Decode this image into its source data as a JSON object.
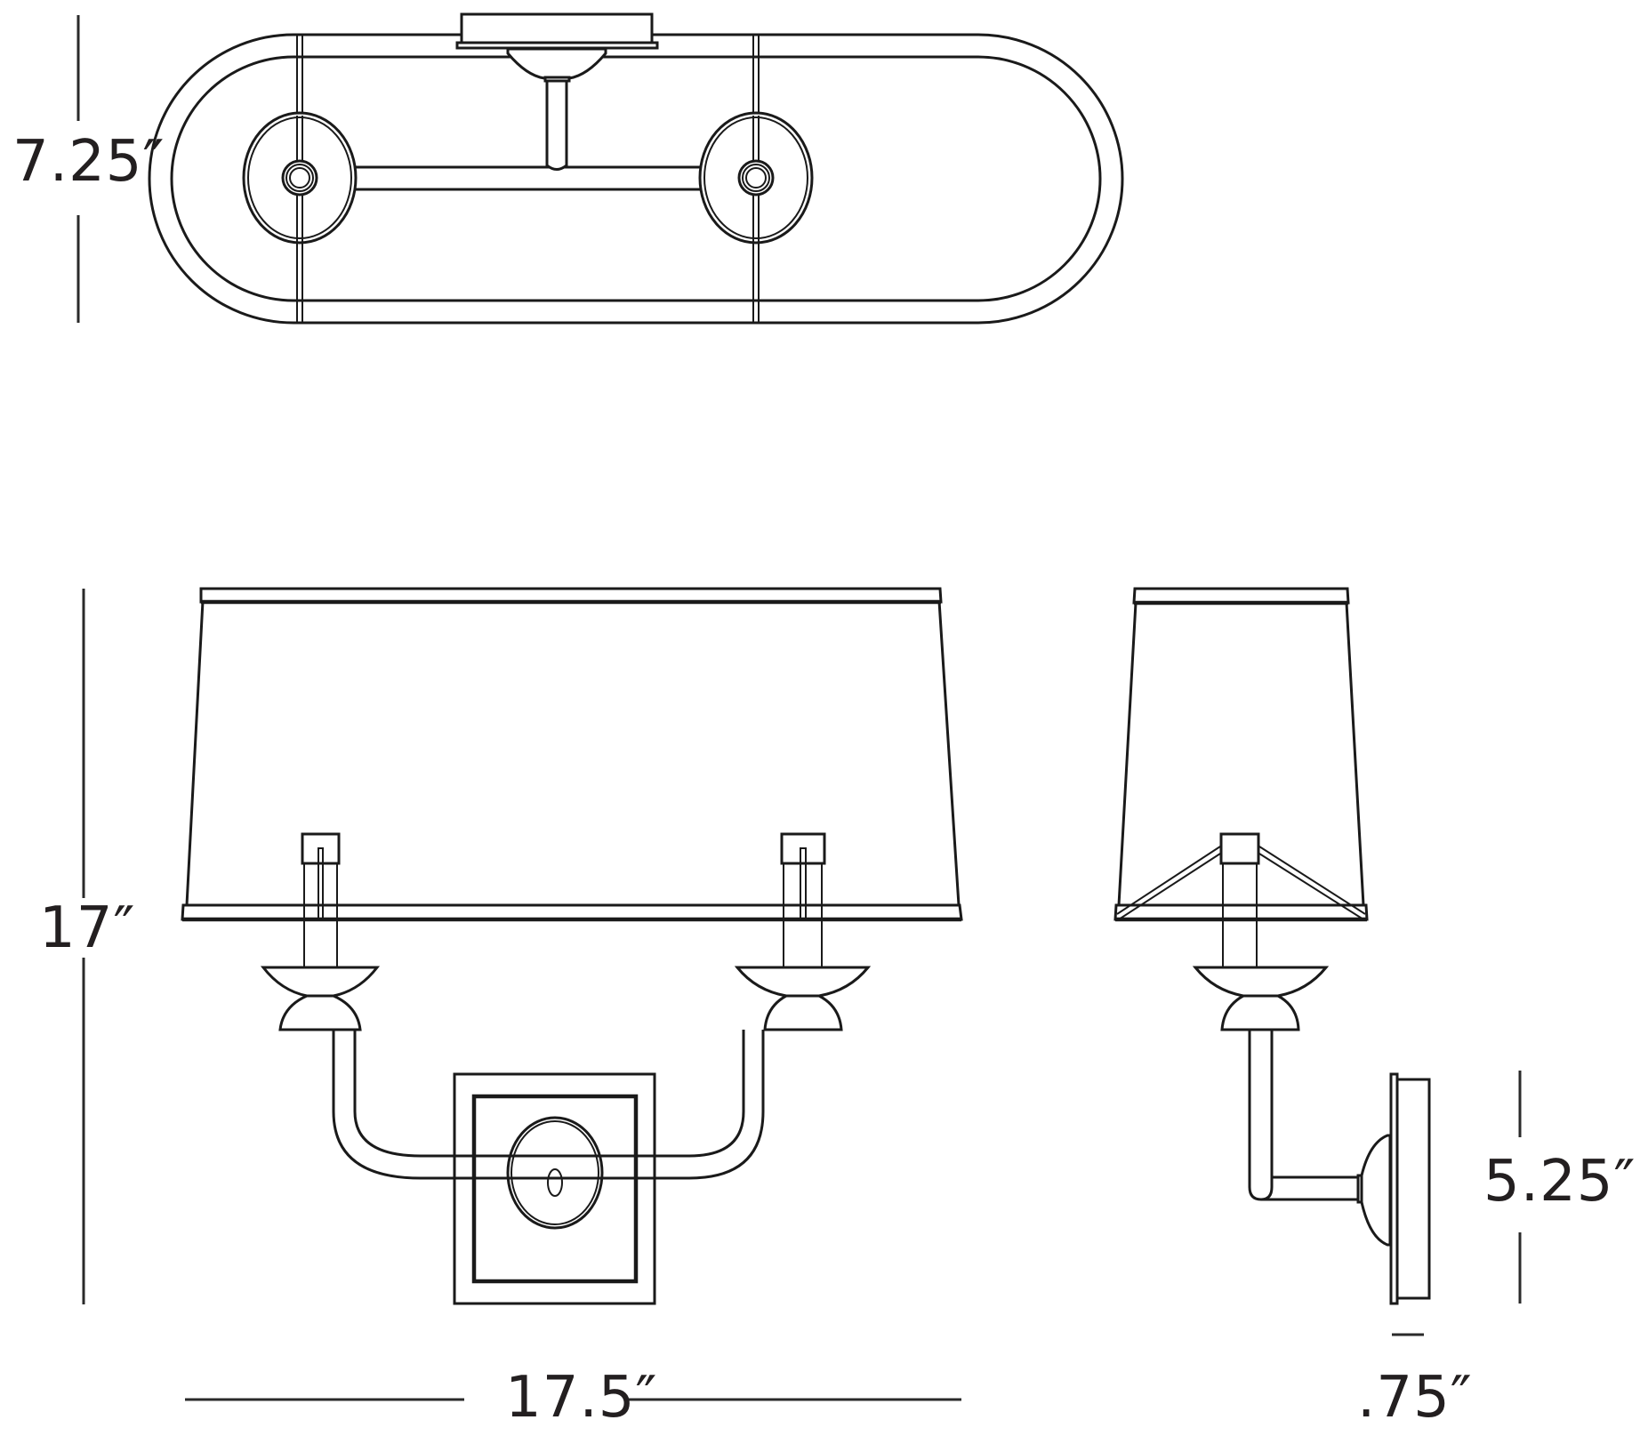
{
  "drawing": {
    "subject": "two-light wall sconce",
    "views": [
      {
        "id": "top",
        "label": "top view"
      },
      {
        "id": "front",
        "label": "front view"
      },
      {
        "id": "side",
        "label": "side view"
      }
    ],
    "line_color": "#1a1a1a",
    "background": "#ffffff"
  },
  "dimensions": {
    "top_depth": "7.25″",
    "overall_height": "17″",
    "overall_width": "17.5″",
    "backplate_height": "5.25″",
    "backplate_depth": ".75″"
  }
}
